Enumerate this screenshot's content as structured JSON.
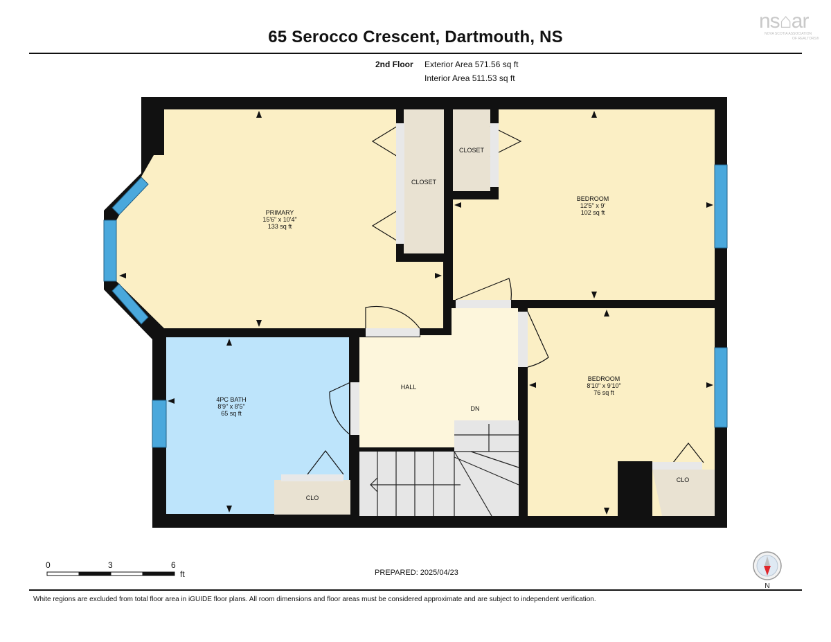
{
  "header": {
    "address": "65 Serocco Crescent, Dartmouth, NS",
    "logo_text": "ns⌂ar",
    "logo_sub1": "NOVA SCOTIA ASSOCIATION",
    "logo_sub2": "OF REALTORS®"
  },
  "floor": {
    "name": "2nd Floor",
    "exterior_area": "Exterior Area 571.56 sq ft",
    "interior_area": "Interior Area 511.53 sq ft"
  },
  "rooms": {
    "primary": {
      "name": "PRIMARY",
      "dims": "15'6\" x 10'4\"",
      "area": "133 sq ft"
    },
    "bedroom1": {
      "name": "BEDROOM",
      "dims": "12'5\" x 9'",
      "area": "102 sq ft"
    },
    "bedroom2": {
      "name": "BEDROOM",
      "dims": "8'10\" x 9'10\"",
      "area": "76 sq ft"
    },
    "bath": {
      "name": "4PC BATH",
      "dims": "8'9\" x 8'5\"",
      "area": "65 sq ft"
    },
    "hall": {
      "name": "HALL"
    },
    "stairs": {
      "label": "DN"
    },
    "closet_primary": {
      "name": "CLOSET"
    },
    "closet_bedroom": {
      "name": "CLOSET"
    },
    "clo_bath": {
      "name": "CLO"
    },
    "clo_bedroom": {
      "name": "CLO"
    }
  },
  "scale": {
    "ticks": [
      "0",
      "3",
      "6"
    ],
    "unit": "ft"
  },
  "prepared": "PREPARED: 2025/04/23",
  "compass": {
    "label": "N"
  },
  "disclaimer": "White regions are excluded from total floor area in iGUIDE floor plans. All room dimensions and floor areas must be considered approximate and are subject to independent verification.",
  "colors": {
    "primary_floor": "#fbefc5",
    "bath_floor": "#bde4fb",
    "hall_floor": "#fdf6dc",
    "closet_floor": "#e9e2d2",
    "stair_floor": "#e6e6e6",
    "wall": "#111111",
    "window": "#4aa8dc"
  }
}
